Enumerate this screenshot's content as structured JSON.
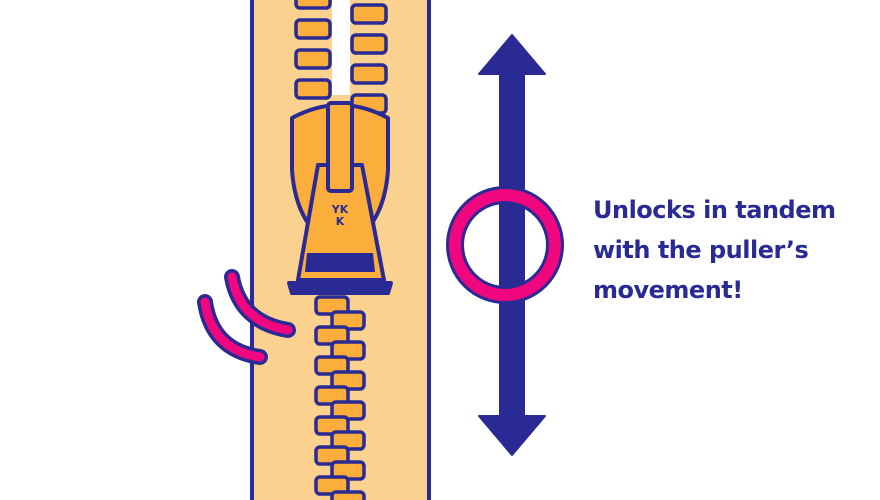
{
  "diagram": {
    "caption_lines": [
      "Unlocks in tandem",
      "with the puller’s",
      "movement!"
    ],
    "slider_brand": "YKK",
    "icons": {
      "motion": "double-headed-vertical-arrow-icon",
      "ring": "ring-icon",
      "vibration": "motion-lines-icon"
    },
    "colors": {
      "outline": "#2a2a94",
      "tape": "#fad18f",
      "teeth": "#fbae3c",
      "accent": "#f0067f",
      "background": "#ffffff"
    }
  }
}
